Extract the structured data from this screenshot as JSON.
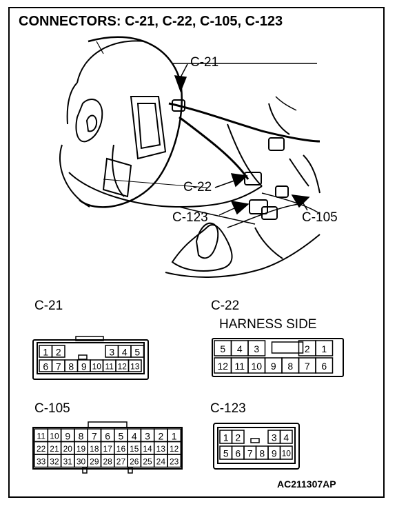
{
  "title": "CONNECTORS: C-21, C-22, C-105, C-123",
  "callouts": {
    "c21": "C-21",
    "c22": "C-22",
    "c123": "C-123",
    "c105": "C-105"
  },
  "connectors": {
    "c21": {
      "label": "C-21",
      "row1": [
        "1",
        "2",
        "3",
        "4",
        "5"
      ],
      "row2": [
        "6",
        "7",
        "8",
        "9",
        "10",
        "11",
        "12",
        "13"
      ]
    },
    "c22": {
      "label": "C-22",
      "subtitle": "HARNESS SIDE",
      "row1": [
        "5",
        "4",
        "3",
        "2",
        "1"
      ],
      "row2": [
        "12",
        "11",
        "10",
        "9",
        "8",
        "7",
        "6"
      ]
    },
    "c105": {
      "label": "C-105",
      "row1": [
        "11",
        "10",
        "9",
        "8",
        "7",
        "6",
        "5",
        "4",
        "3",
        "2",
        "1"
      ],
      "row2": [
        "22",
        "21",
        "20",
        "19",
        "18",
        "17",
        "16",
        "15",
        "14",
        "13",
        "12"
      ],
      "row3": [
        "33",
        "32",
        "31",
        "30",
        "29",
        "28",
        "27",
        "26",
        "25",
        "24",
        "23"
      ]
    },
    "c123": {
      "label": "C-123",
      "row1": [
        "1",
        "2",
        "3",
        "4"
      ],
      "row2": [
        "5",
        "6",
        "7",
        "8",
        "9",
        "10"
      ]
    }
  },
  "reference_code": "AC211307AP"
}
